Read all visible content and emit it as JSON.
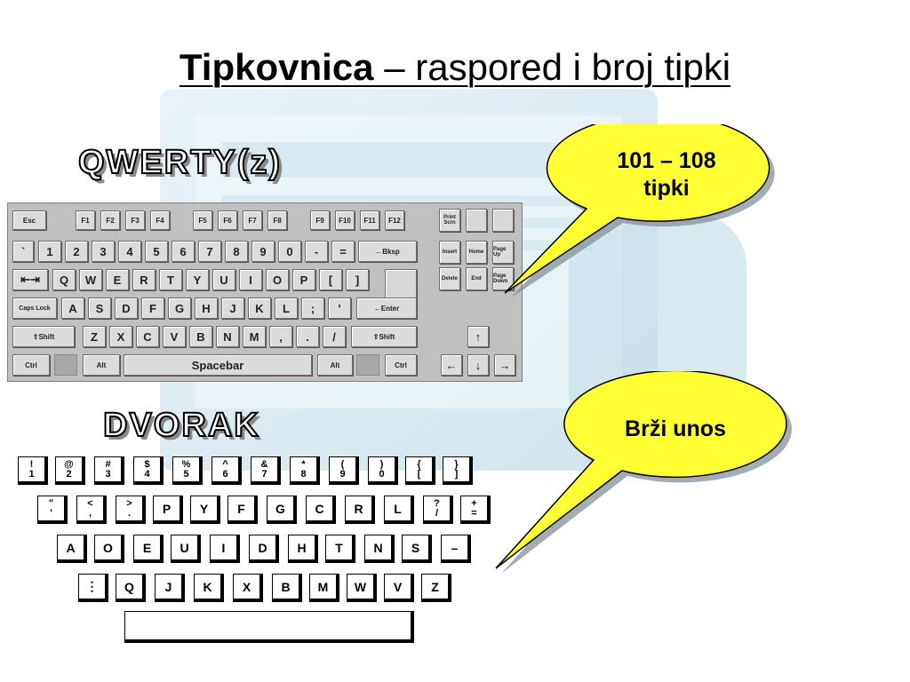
{
  "slide": {
    "title_bold": "Tipkovnica",
    "title_rest": " – raspored i broj tipki",
    "qwerty_heading": "QWERTY(z)",
    "dvorak_heading": "DVORAK",
    "callout_qwerty_line1": "101 – 108",
    "callout_qwerty_line2": "tipki",
    "callout_dvorak": "Brži unos",
    "colors": {
      "callout_fill": "#ffff33",
      "keyboard_bg": "#c0c0c0",
      "background_tint": "#cfe4ee"
    }
  },
  "qwerty": {
    "function_row": [
      "Esc",
      "F1",
      "F2",
      "F3",
      "F4",
      "F5",
      "F6",
      "F7",
      "F8",
      "F9",
      "F10",
      "F11",
      "F12",
      "Print Scrn"
    ],
    "number_row": [
      "`",
      "1",
      "2",
      "3",
      "4",
      "5",
      "6",
      "7",
      "8",
      "9",
      "0",
      "-",
      "=",
      "←Bksp"
    ],
    "top_row": [
      "Q",
      "W",
      "E",
      "R",
      "T",
      "Y",
      "U",
      "I",
      "O",
      "P",
      "[",
      "]"
    ],
    "home_row": [
      "Caps Lock",
      "A",
      "S",
      "D",
      "F",
      "G",
      "H",
      "J",
      "K",
      "L",
      ";",
      "'",
      "←Enter"
    ],
    "bottom_row": [
      "⇧Shift",
      "Z",
      "X",
      "C",
      "V",
      "B",
      "N",
      "M",
      ",",
      ".",
      "/",
      "⇧Shift"
    ],
    "space_row": [
      "Ctrl",
      "Alt",
      "Spacebar",
      "Alt",
      "Ctrl"
    ],
    "nav_keys": [
      "Insert",
      "Home",
      "Page Up",
      "Delete",
      "End",
      "Page Down"
    ],
    "arrows": [
      "↑",
      "←",
      "↓",
      "→"
    ]
  },
  "dvorak": {
    "row1": [
      [
        "!",
        "1"
      ],
      [
        "@",
        "2"
      ],
      [
        "#",
        "3"
      ],
      [
        "$",
        "4"
      ],
      [
        "%",
        "5"
      ],
      [
        "^",
        "6"
      ],
      [
        "&",
        "7"
      ],
      [
        "*",
        "8"
      ],
      [
        "(",
        "9"
      ],
      [
        ")",
        "0"
      ],
      [
        "{",
        "["
      ],
      [
        "}",
        "]"
      ]
    ],
    "row2": [
      [
        "\"",
        "'"
      ],
      [
        "<",
        ","
      ],
      [
        ">",
        "."
      ],
      [
        "",
        "P"
      ],
      [
        "",
        "Y"
      ],
      [
        "",
        "F"
      ],
      [
        "",
        "G"
      ],
      [
        "",
        "C"
      ],
      [
        "",
        "R"
      ],
      [
        "",
        "L"
      ],
      [
        "?",
        "/"
      ],
      [
        "+",
        "="
      ]
    ],
    "row3": [
      "A",
      "O",
      "E",
      "U",
      "I",
      "D",
      "H",
      "T",
      "N",
      "S",
      "–"
    ],
    "row4": [
      "⋮",
      "Q",
      "J",
      "K",
      "X",
      "B",
      "M",
      "W",
      "V",
      "Z"
    ]
  }
}
